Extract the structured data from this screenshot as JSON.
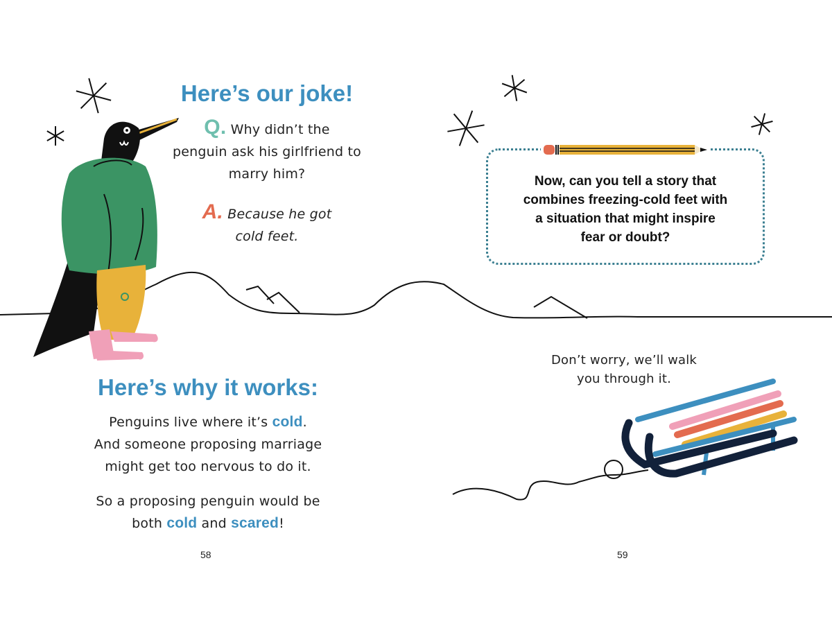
{
  "left_page": {
    "joke_heading": "Here’s our joke!",
    "question": {
      "marker": "Q.",
      "line1": "Why didn’t the",
      "line2": "penguin ask his girlfriend to",
      "line3": "marry him?"
    },
    "answer": {
      "marker": "A.",
      "line1": "Because he got",
      "line2": "cold feet."
    },
    "why_heading": "Here’s why it works:",
    "explanation": {
      "p1_line1_a": "Penguins live where it’s ",
      "p1_line1_accent": "cold",
      "p1_line1_b": ".",
      "p1_line2": "And someone proposing marriage",
      "p1_line3": "might get too nervous to do it.",
      "p2_line1": "So a proposing penguin would be",
      "p2_line2_a": "both ",
      "p2_line2_accent1": "cold",
      "p2_line2_b": " and ",
      "p2_line2_accent2": "scared",
      "p2_line2_c": "!"
    },
    "page_number": "58",
    "illustration": "penguin-in-green-sweater-holding-ring"
  },
  "right_page": {
    "prompt": {
      "line1": "Now, can you tell a story that",
      "line2": "combines freezing-cold feet with",
      "line3": "a situation that might inspire",
      "line4": "fear or doubt?"
    },
    "reassurance": {
      "line1": "Don’t worry, we’ll walk",
      "line2": "you through it."
    },
    "page_number": "59",
    "illustrations": [
      "pencil-icon",
      "sled-icon",
      "snowflake-icon"
    ]
  },
  "colors": {
    "heading_blue": "#3d8fbf",
    "q_teal": "#6fbfae",
    "a_coral": "#e36b4f",
    "box_dots": "#3b7f91",
    "sweater_green": "#3b9464",
    "pants_yellow": "#e8b23a",
    "socks_pink": "#f0a0b8"
  }
}
